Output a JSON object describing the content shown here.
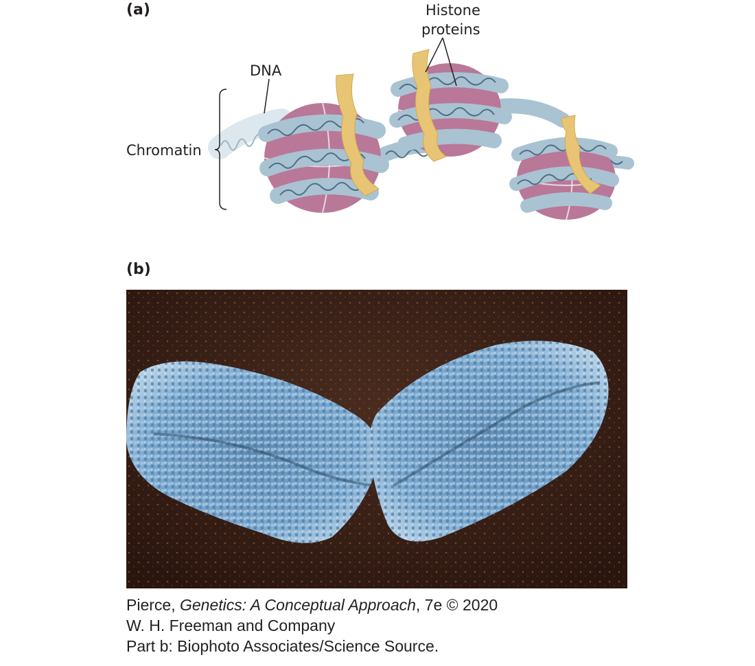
{
  "panel_a": {
    "label": "(a)",
    "labels": {
      "dna": "DNA",
      "chromatin": "Chromatin",
      "histone_line1": "Histone",
      "histone_line2": "proteins"
    }
  },
  "panel_b": {
    "label": "(b)"
  },
  "caption": {
    "author": "Pierce, ",
    "book_title": "Genetics: A Conceptual Approach",
    "edition": ", 7e © 2020",
    "publisher": "W. H. Freeman and Company",
    "credit": "Part b: Biophoto Associates/Science Source."
  },
  "colors": {
    "histone_core": "#b97897",
    "histone_core_dark": "#9c5c7c",
    "dna_tube": "#a9c3d2",
    "dna_tube_edge": "#7f9cae",
    "dna_strand": "#4f6f86",
    "linker_histone": "#e8c575",
    "micrograph_bg": "#3a2218",
    "chromosome": "#6f9bc0"
  }
}
